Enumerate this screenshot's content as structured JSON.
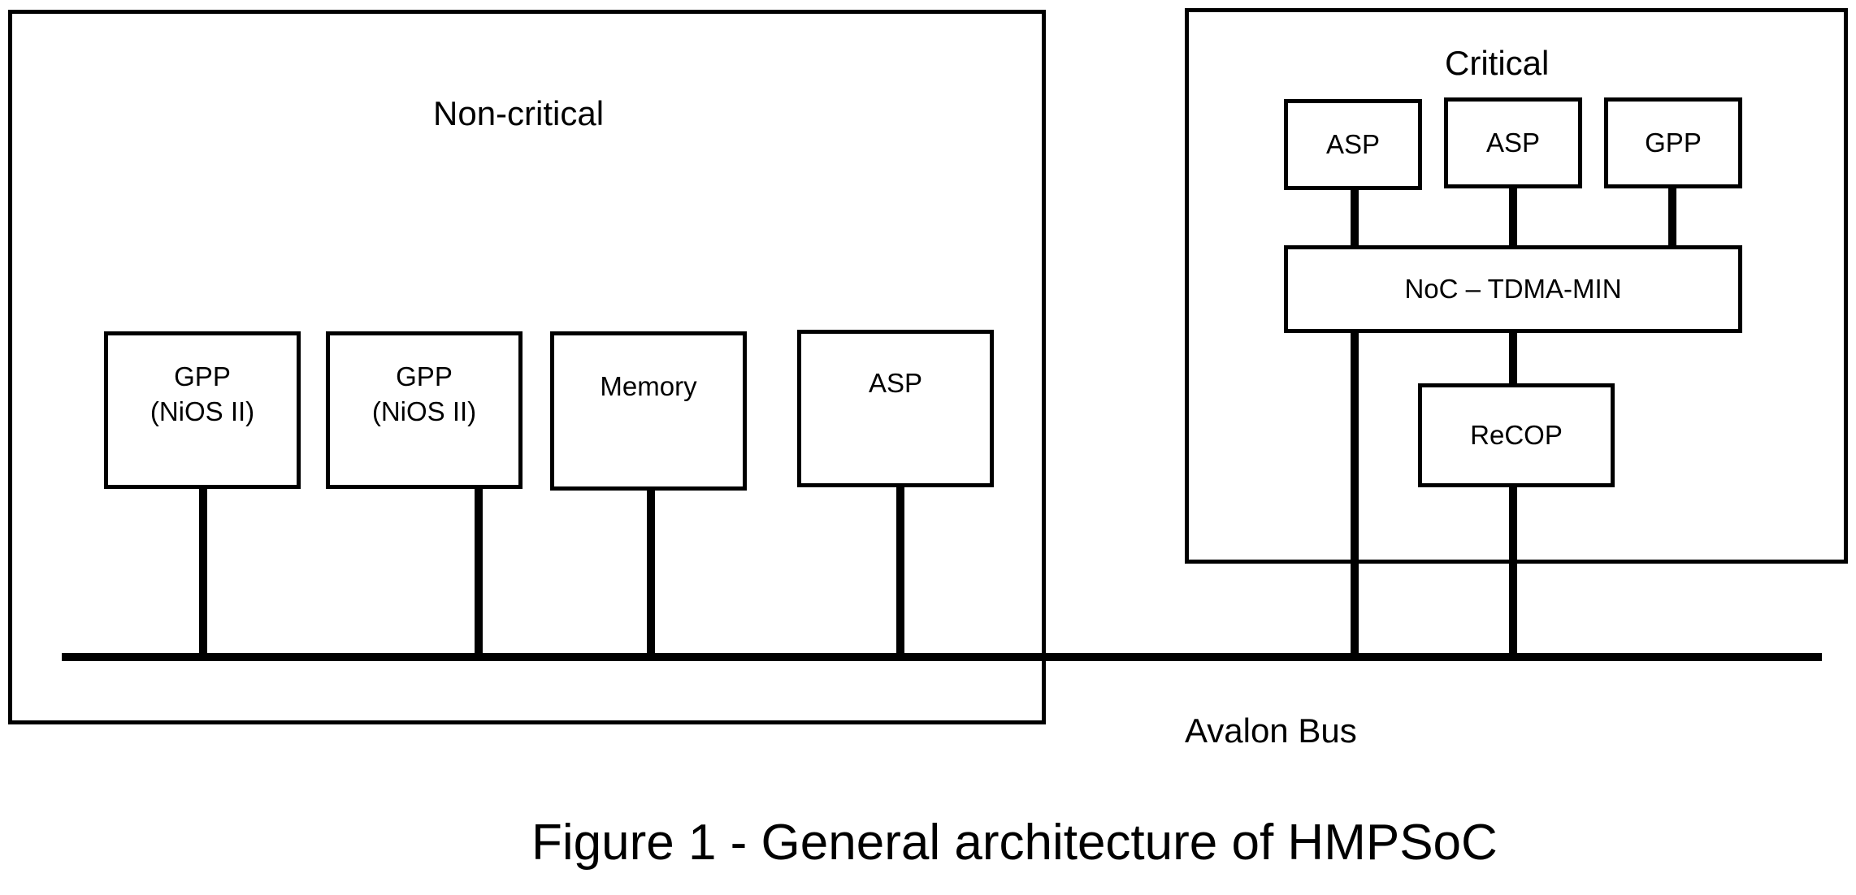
{
  "noncritical": {
    "title": "Non-critical",
    "gpp1": {
      "line1": "GPP",
      "line2": "(NiOS II)"
    },
    "gpp2": {
      "line1": "GPP",
      "line2": "(NiOS II)"
    },
    "memory": {
      "label": "Memory"
    },
    "asp": {
      "label": "ASP"
    }
  },
  "critical": {
    "title": "Critical",
    "asp1": {
      "label": "ASP"
    },
    "asp2": {
      "label": "ASP"
    },
    "gpp": {
      "label": "GPP"
    },
    "noc": {
      "label": "NoC – TDMA-MIN"
    },
    "recop": {
      "label": "ReCOP"
    }
  },
  "bus": {
    "label": "Avalon Bus"
  },
  "caption": "Figure 1 - General architecture of HMPSoC"
}
